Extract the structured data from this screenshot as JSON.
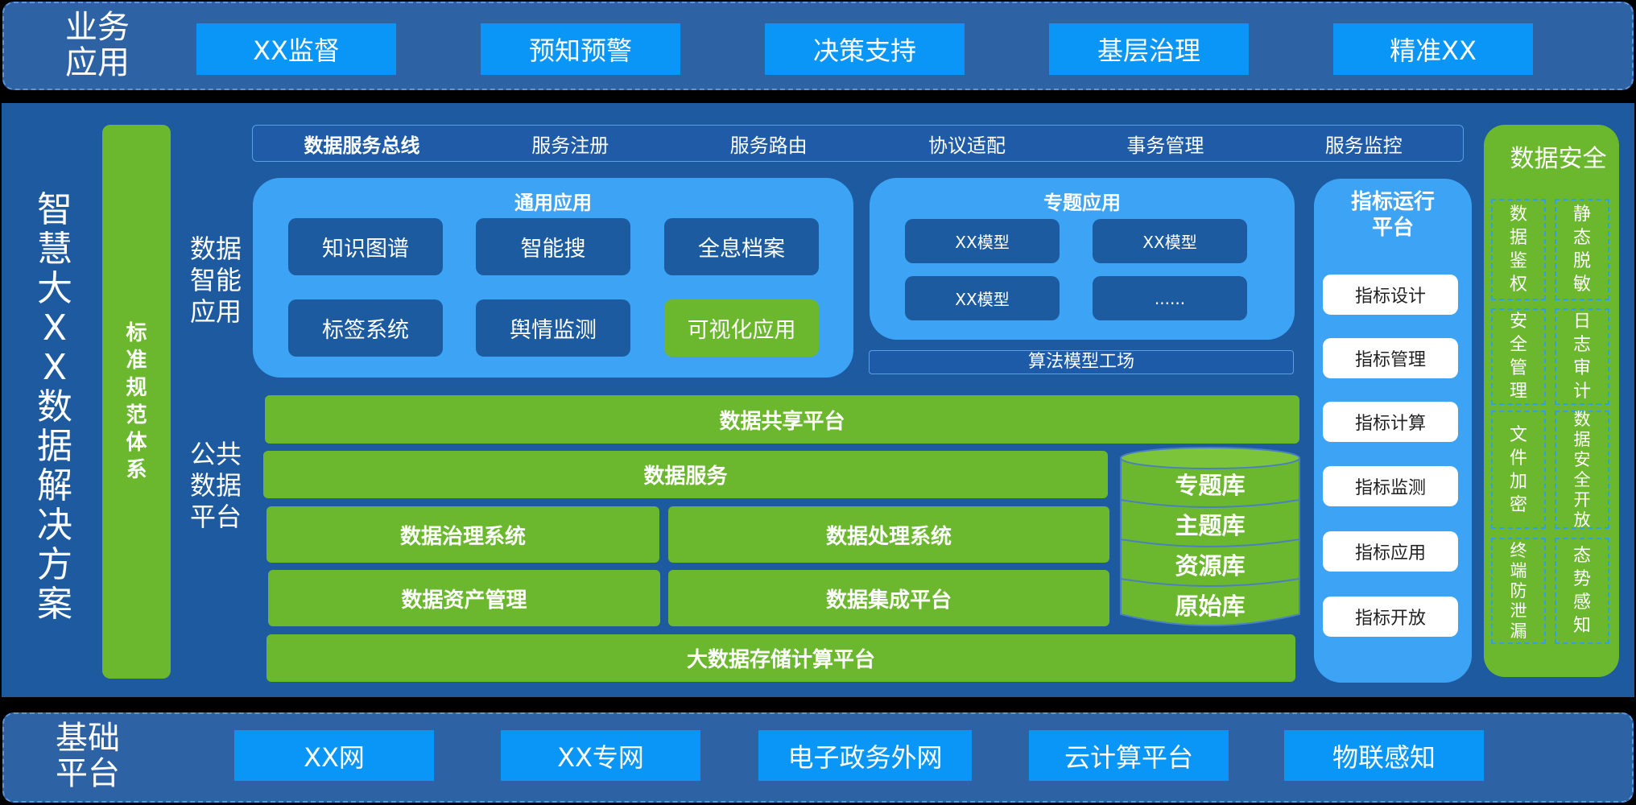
{
  "top_band": {
    "label_line1": "业务",
    "label_line2": "应用",
    "items": [
      "XX监督",
      "预知预警",
      "决策支持",
      "基层治理",
      "精准XX"
    ]
  },
  "bottom_band": {
    "label_line1": "基础",
    "label_line2": "平台",
    "items": [
      "XX网",
      "XX专网",
      "电子政务外网",
      "云计算平台",
      "物联感知"
    ]
  },
  "left_title": [
    "智",
    "慧",
    "大",
    "X",
    "X",
    "数",
    "据",
    "解",
    "决",
    "方",
    "案"
  ],
  "standards": [
    "标",
    "准",
    "规",
    "范",
    "体",
    "系"
  ],
  "bus": {
    "title": "数据服务总线",
    "items": [
      "服务注册",
      "服务路由",
      "协议适配",
      "事务管理",
      "服务监控"
    ]
  },
  "smart_label": [
    "数据",
    "智能",
    "应用"
  ],
  "public_label": [
    "公共",
    "数据",
    "平台"
  ],
  "general_apps": {
    "title": "通用应用",
    "items": [
      "知识图谱",
      "智能搜",
      "全息档案",
      "标签系统",
      "舆情监测",
      "可视化应用"
    ]
  },
  "topic_apps": {
    "title": "专题应用",
    "items": [
      "XX模型",
      "XX模型",
      "XX模型",
      "......"
    ]
  },
  "algo": "算法模型工场",
  "platform": {
    "share": "数据共享平台",
    "service": "数据服务",
    "governance": "数据治理系统",
    "processing": "数据处理系统",
    "assets": "数据资产管理",
    "integration": "数据集成平台",
    "storage": "大数据存储计算平台"
  },
  "databases": [
    "专题库",
    "主题库",
    "资源库",
    "原始库"
  ],
  "indicator": {
    "title_line1": "指标运行",
    "title_line2": "平台",
    "items": [
      "指标设计",
      "指标管理",
      "指标计算",
      "指标监测",
      "指标应用",
      "指标开放"
    ]
  },
  "security": {
    "title": "数据安全",
    "left": [
      [
        "数",
        "据",
        "鉴",
        "权"
      ],
      [
        "安",
        "全",
        "管",
        "理"
      ],
      [
        "文",
        "件",
        "加",
        "密"
      ],
      [
        "终",
        "端",
        "防",
        "泄",
        "漏"
      ]
    ],
    "right": [
      [
        "静",
        "态",
        "脱",
        "敏"
      ],
      [
        "日",
        "志",
        "审",
        "计"
      ],
      [
        "数",
        "据",
        "安",
        "全",
        "开",
        "放"
      ],
      [
        "态",
        "势",
        "感",
        "知"
      ]
    ]
  },
  "colors": {
    "band": "#2d63a4",
    "band_item": "#0a96f7",
    "main_bg": "#1d5aa0",
    "green": "#6bb82e",
    "light_panel": "#3ca3f5",
    "dark_button": "#1c5ba0"
  }
}
